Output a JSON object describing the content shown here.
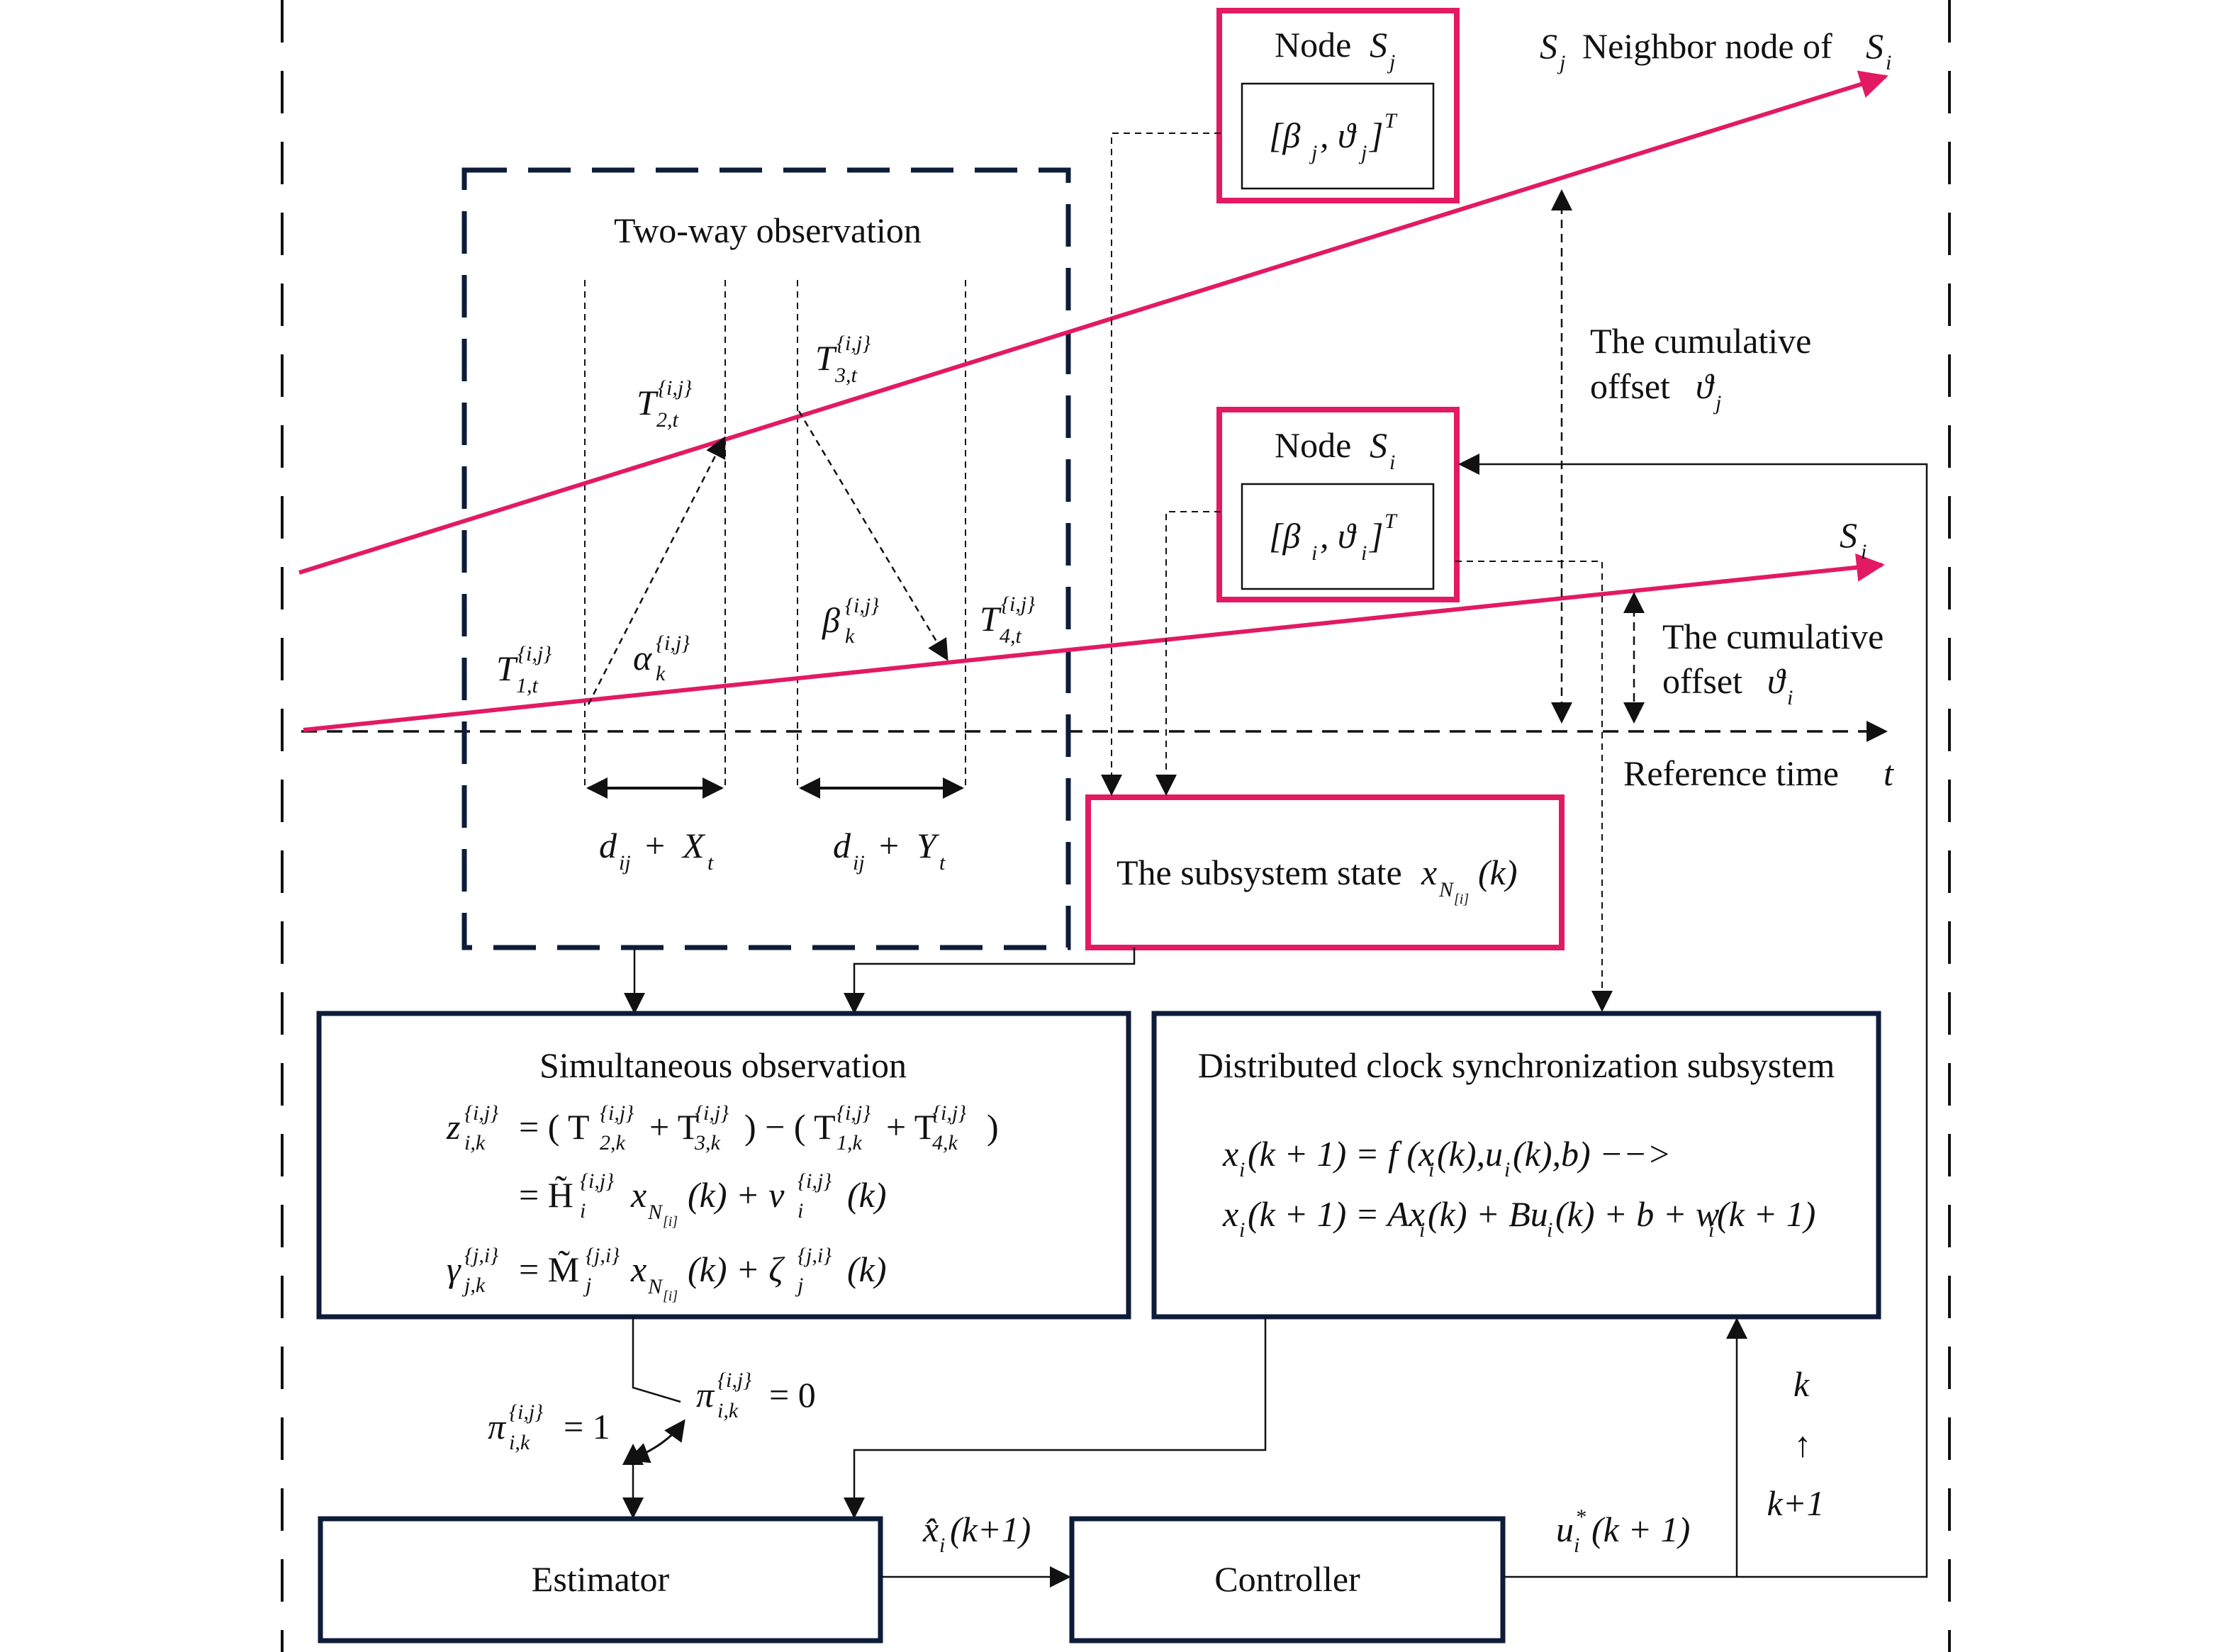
{
  "boxes": {
    "node_j": {
      "title": "Node",
      "sym": "S",
      "sub": "j",
      "vector": "[β",
      "vec_j": "j",
      "vec_mid": ", ϑ",
      "vec_j2": "j",
      "vec_end": "]",
      "vec_T": "T"
    },
    "node_i": {
      "title": "Node",
      "sym": "S",
      "sub": "i",
      "vector": "[β",
      "vec_i": "i",
      "vec_mid": ", ϑ",
      "vec_i2": "i",
      "vec_end": "]",
      "vec_T": "T"
    },
    "two_way": {
      "title": "Two-way observation"
    },
    "subsystem_state": {
      "label": "The subsystem state",
      "sym": "x",
      "sub": "N[i]",
      "arg": "(k)"
    },
    "simultaneous": {
      "title": "Simultaneous observation",
      "eq1": "z{i,j}i,k = ( T{i,j}2,k + T{i,j}3,k ) − ( T{i,j}1,k + T{i,j}4,k )",
      "eq2": "= H̃{i,j}i xN[i](k) + v{i,j}i(k)",
      "eq3": "γ{j,i}j,k = M̃{j,i}j xN[i](k) + ζ{j,i}j(k)"
    },
    "distributed": {
      "title": "Distributed clock synchronization subsystem",
      "eq1": "xi(k+1) = f(xi(k),ui(k),b)  −−>",
      "eq2": "xi(k+1) = Axi(k) + Bui(k) + b + wi(k+1)"
    },
    "estimator": {
      "label": "Estimator"
    },
    "controller": {
      "label": "Controller"
    }
  },
  "labels": {
    "neighbor": "Neighbor node of",
    "cumulative_j_1": "The cumulative",
    "cumulative_j_2": "offset",
    "cumulative_i_1": "The cumulative",
    "cumulative_i_2": "offset",
    "reference_time": "Reference time",
    "t": "t",
    "si_line": "S",
    "d_plus_x": "d",
    "d_plus_y": "d",
    "pi_one": "= 1",
    "pi_zero": "= 0",
    "xhat": "(k+1)",
    "ustar": "(k + 1)",
    "k_top": "k",
    "k_arrow": "↑",
    "k_bottom": "k+1"
  },
  "colors": {
    "navy": "#0e1c3a",
    "pink": "#e21a63",
    "gray": "#555555"
  }
}
